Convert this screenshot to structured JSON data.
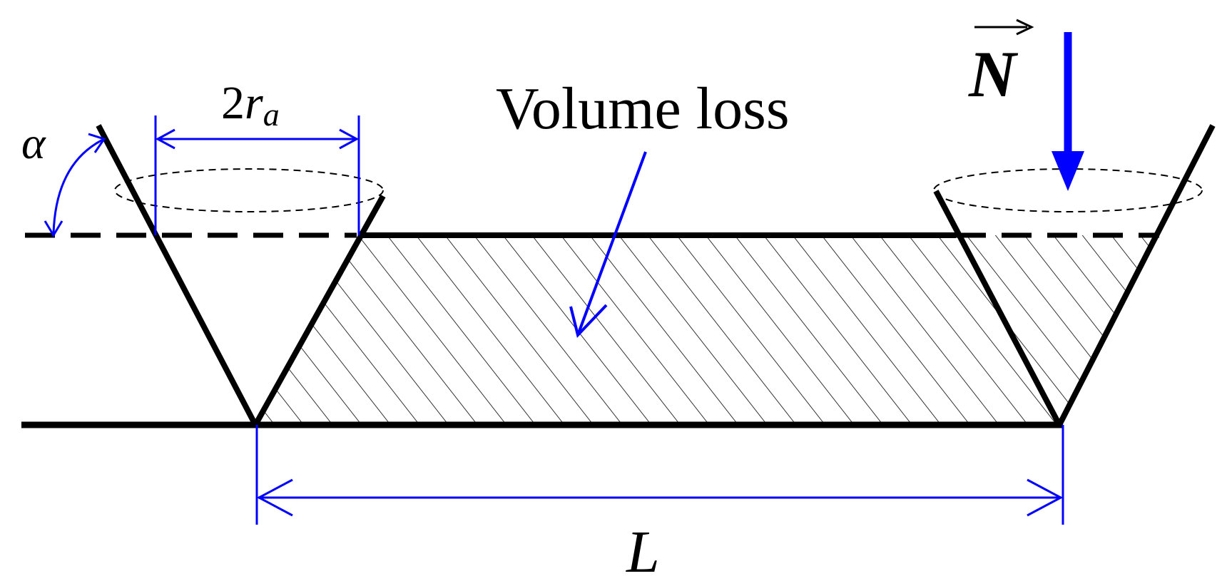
{
  "labels": {
    "alpha": "α",
    "two": "2",
    "r": "r",
    "r_sub": "a",
    "volume_loss": "Volume loss",
    "force": "N",
    "length": "L"
  },
  "colors": {
    "line": "#000000",
    "dimension": "#0000ff",
    "background": "#ffffff"
  }
}
